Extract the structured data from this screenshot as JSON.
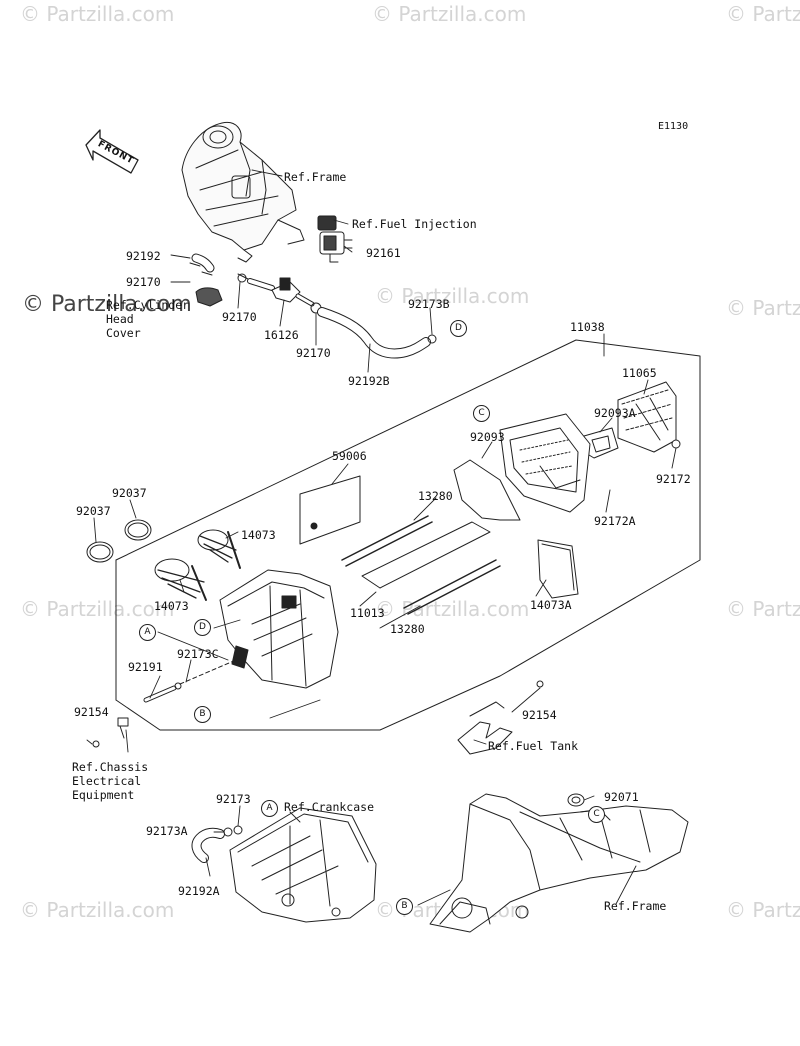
{
  "diagram_code": "E1130",
  "front_label": "FRONT",
  "watermark_text": "© Partzilla.com",
  "parts": {
    "ref_frame_top": "Ref.Frame",
    "ref_fuel_injection": "Ref.Fuel Injection",
    "p92192": "92192",
    "p92161": "92161",
    "p92170_a": "92170",
    "ref_cylinder_head_cover": "Ref.Cylinder\nHead\nCover",
    "p92170_b": "92170",
    "p16126": "16126",
    "p92170_c": "92170",
    "p92173B": "92173B",
    "p92192B": "92192B",
    "p11038": "11038",
    "p11065": "11065",
    "p92093A": "92093A",
    "p92093": "92093",
    "p92172": "92172",
    "p59006": "59006",
    "p13280_a": "13280",
    "p92172A": "92172A",
    "p92037_a": "92037",
    "p92037_b": "92037",
    "p14073_a": "14073",
    "p14073_b": "14073",
    "p11013": "11013",
    "p13280_b": "13280",
    "p14073A": "14073A",
    "p92173C": "92173C",
    "p92191": "92191",
    "p92154_a": "92154",
    "p92154_b": "92154",
    "ref_fuel_tank": "Ref.Fuel Tank",
    "ref_chassis": "Ref.Chassis\nElectrical\nEquipment",
    "p92173": "92173",
    "ref_crankcase": "Ref.Crankcase",
    "p92071": "92071",
    "p92173A": "92173A",
    "p92192A": "92192A",
    "ref_frame_bottom": "Ref.Frame"
  },
  "callouts": {
    "A": "A",
    "B": "B",
    "C": "C",
    "D": "D"
  }
}
